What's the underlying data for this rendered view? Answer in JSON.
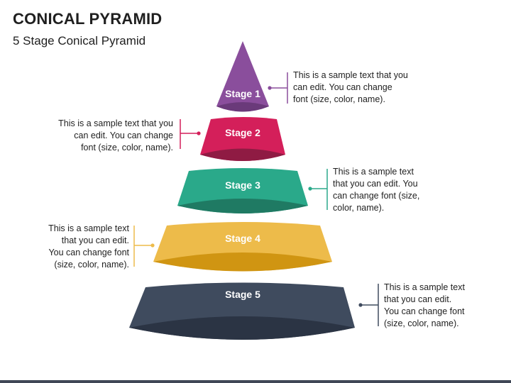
{
  "header": {
    "title": "CONICAL PYRAMID",
    "subtitle": "5 Stage Conical Pyramid"
  },
  "stages": [
    {
      "label": "Stage 1",
      "color": "#8a4e9c",
      "shade": "#6a3a7a",
      "desc": [
        "This is a sample text that you",
        "can edit. You can change",
        "font (size, color, name)."
      ]
    },
    {
      "label": "Stage 2",
      "color": "#d41f5a",
      "shade": "#8f1b43",
      "desc": [
        "This is a sample text that you",
        "can edit. You can change",
        "font (size, color, name)."
      ]
    },
    {
      "label": "Stage 3",
      "color": "#2aa98a",
      "shade": "#1f7a63",
      "desc": [
        "This is a sample text",
        "that you can edit. You",
        "can change font (size,",
        "color, name)."
      ]
    },
    {
      "label": "Stage 4",
      "color": "#edbb4a",
      "shade": "#d09512",
      "desc": [
        "This is a sample text",
        "that you can edit.",
        "You can change font",
        "(size, color, name)."
      ]
    },
    {
      "label": "Stage 5",
      "color": "#3f4b5e",
      "shade": "#2b3444",
      "desc": [
        "This is a sample text",
        "that you can edit.",
        "You can change font",
        "(size, color, name)."
      ]
    }
  ]
}
